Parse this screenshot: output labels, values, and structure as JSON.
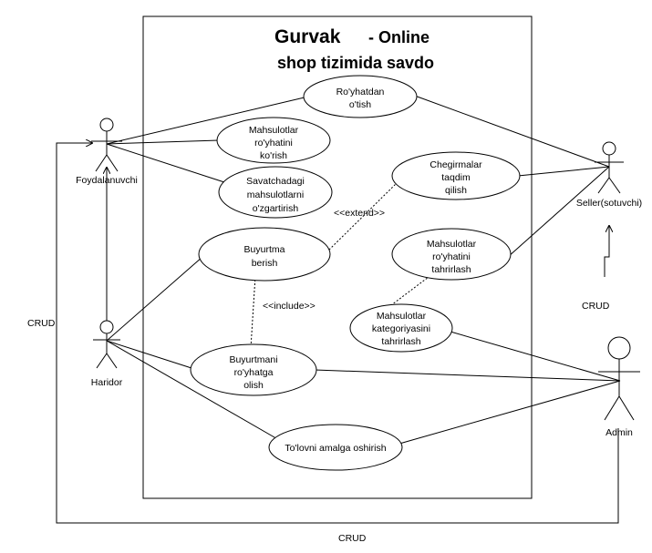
{
  "system": {
    "title_line1_name": "Gurvak",
    "title_line1_rest": "- Online",
    "title_line2": "shop tizimida savdo"
  },
  "actors": {
    "user": "Foydalanuvchi",
    "buyer": "Haridor",
    "seller": "Seller(sotuvchi)",
    "admin": "Admin"
  },
  "use_cases": {
    "register": [
      "Ro'yhatdan",
      "o'tish"
    ],
    "view_products": [
      "Mahsulotlar",
      "ro'yhatini",
      "ko'rish"
    ],
    "cart_edit": [
      "Savatchadagi",
      "mahsulotlarni",
      "o'zgartirish"
    ],
    "discounts": [
      "Chegirmalar",
      "taqdim",
      "qilish"
    ],
    "order": [
      "Buyurtma",
      "berish"
    ],
    "edit_products": [
      "Mahsulotlar",
      "ro'yhatini",
      "tahrirlash"
    ],
    "edit_categories": [
      "Mahsulotlar",
      "kategoriyasini",
      "tahrirlash"
    ],
    "accept_order": [
      "Buyurtmani",
      "ro'yhatga",
      "olish"
    ],
    "payment": [
      "To'lovni amalga oshirish"
    ]
  },
  "relations": {
    "extend": "<<extend>>",
    "include": "<<include>>",
    "crud_left": "CRUD",
    "crud_right": "CRUD",
    "crud_bottom": "CRUD"
  }
}
